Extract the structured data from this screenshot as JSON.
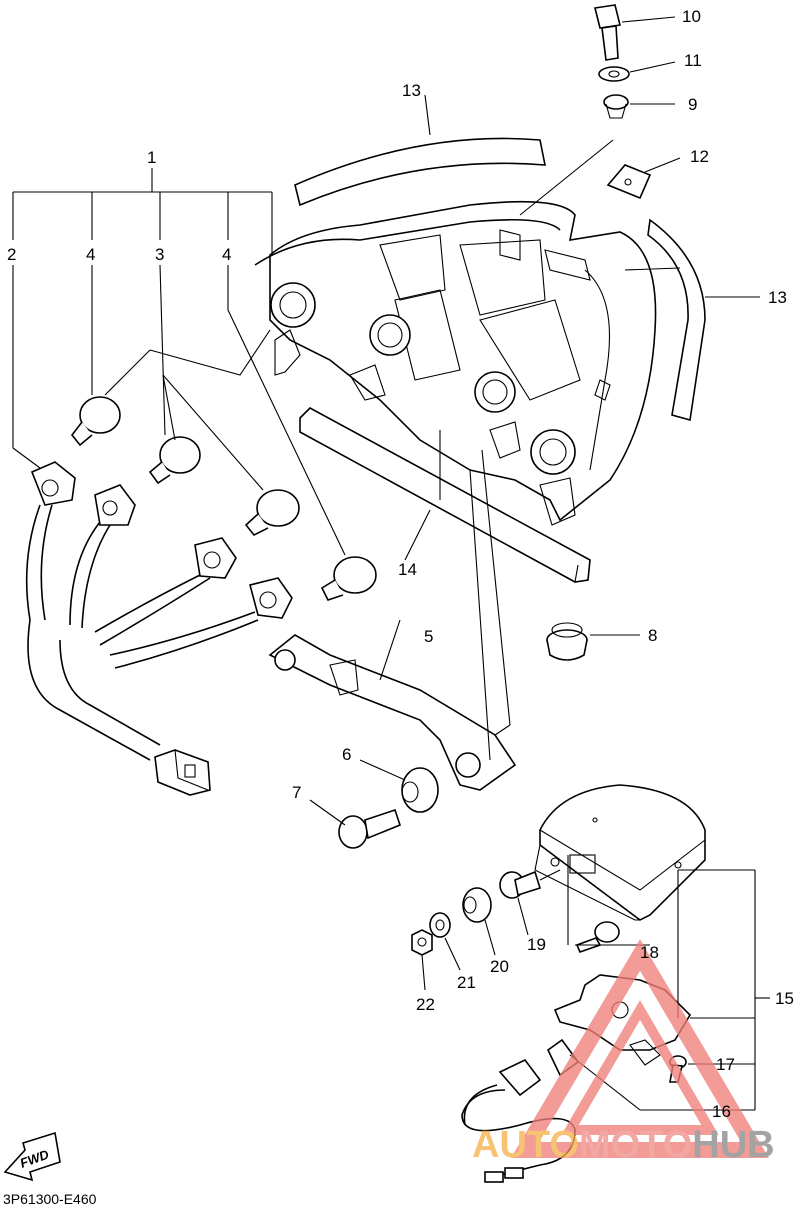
{
  "diagram": {
    "callouts": [
      "1",
      "2",
      "3",
      "4",
      "4",
      "5",
      "6",
      "7",
      "8",
      "9",
      "10",
      "11",
      "12",
      "13",
      "13",
      "14",
      "15",
      "16",
      "17",
      "18",
      "19",
      "20",
      "21",
      "22"
    ],
    "part_code": "3P61300-E460",
    "fwd_label": "FWD"
  },
  "watermark": {
    "part1": "AUTO",
    "part2": "MOTO",
    "part3": "HUB",
    "colors": {
      "auto": "#f5b14a",
      "moto": "#ef8f8a",
      "hub": "#8a8a8a",
      "logo": "#ef7f7a"
    }
  }
}
